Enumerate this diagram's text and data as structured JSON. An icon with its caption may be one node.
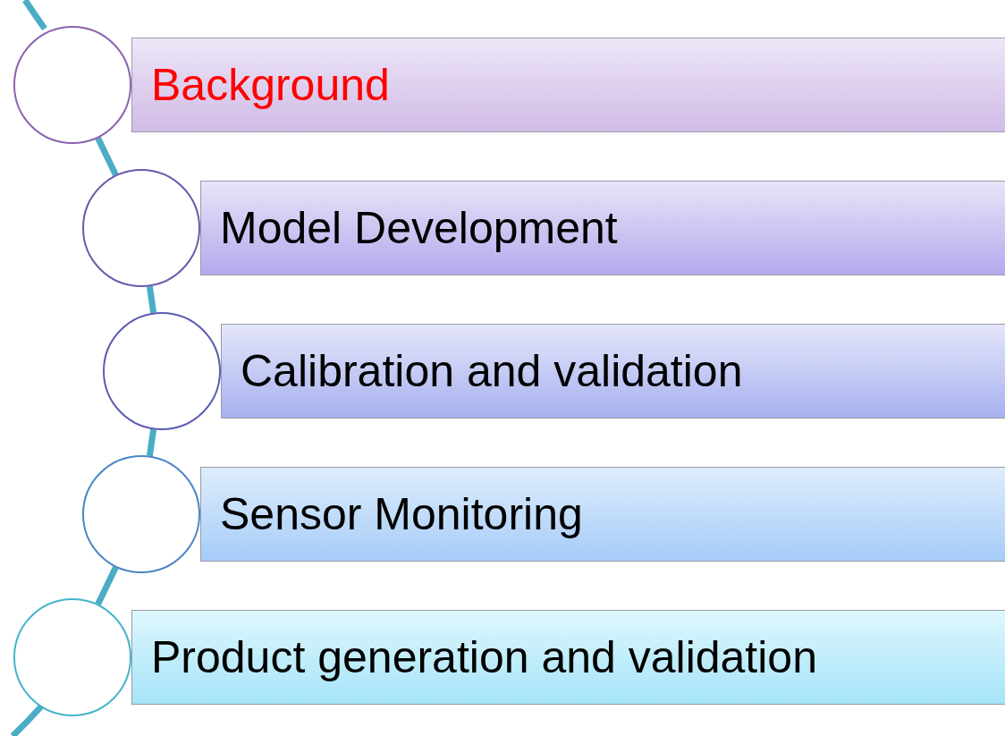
{
  "diagram": {
    "nodes": [
      {
        "text": [],
        "shape": "circle"
      },
      {
        "text": [
          "Background"
        ]
      },
      {
        "text": [],
        "shape": "circle"
      },
      {
        "text": [
          "Model Development"
        ]
      },
      {
        "text": [],
        "shape": "circle"
      },
      {
        "text": [
          "Calibration and validation"
        ]
      },
      {
        "text": [],
        "shape": "circle"
      },
      {
        "text": [
          "Sensor Monitoring"
        ]
      },
      {
        "text": [],
        "shape": "circle"
      },
      {
        "text": [
          "Product generation and validation"
        ]
      }
    ],
    "edges": [
      {
        "from": 0,
        "to": 2,
        "arrow": "none"
      },
      {
        "from": 2,
        "to": 4,
        "arrow": "none"
      },
      {
        "from": 4,
        "to": 6,
        "arrow": "none"
      },
      {
        "from": 6,
        "to": 8,
        "arrow": "none"
      }
    ]
  }
}
